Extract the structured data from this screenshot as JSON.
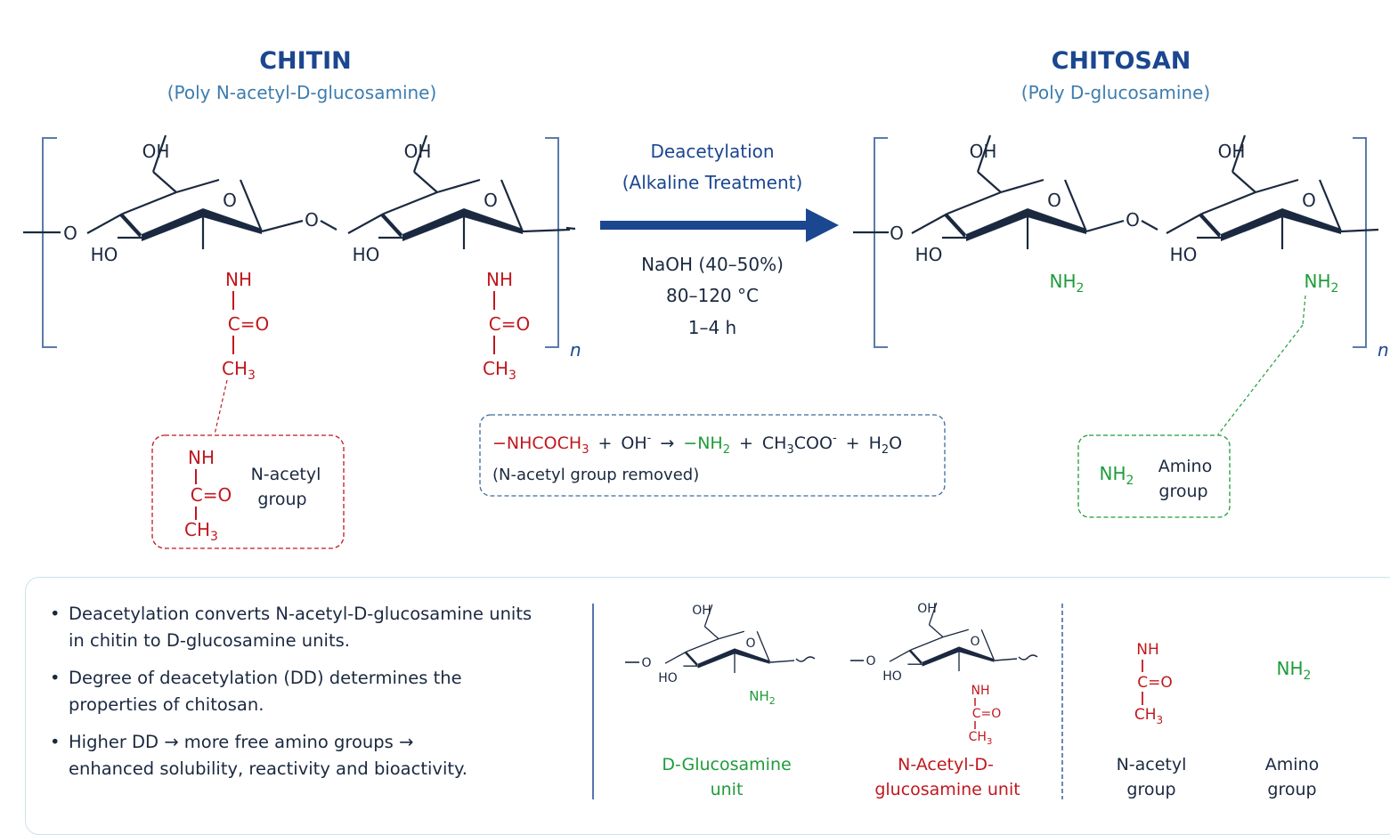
{
  "chitin": {
    "title": "CHITIN",
    "subtitle": "(Poly N-acetyl-D-glucosamine)",
    "repeat": "n"
  },
  "chitosan": {
    "title": "CHITOSAN",
    "subtitle": "(Poly D-glucosamine)",
    "repeat": "n"
  },
  "atoms": {
    "oh": "OH",
    "ho": "HO",
    "o": "O",
    "nh": "NH",
    "co": "C=O",
    "ch": "CH",
    "nh2": "NH",
    "sub2": "2",
    "sub3": "3"
  },
  "reaction": {
    "name": "Deacetylation",
    "type": "(Alkaline Treatment)",
    "reagent": "NaOH (40–50%)",
    "temperature": "80–120 °C",
    "time": "1–4 h"
  },
  "equation": {
    "r1": "−NHCOCH",
    "r1_sub": "3",
    "plus1": "+",
    "r2": "OH",
    "r2_sup": "-",
    "arrow": "→",
    "p1": "−NH",
    "p1_sub": "2",
    "plus2": "+",
    "p2a": "CH",
    "p2_sub": "3",
    "p2b": "COO",
    "p2_sup": "-",
    "plus3": "+",
    "p3a": "H",
    "p3_sub": "2",
    "p3b": "O",
    "note": "(N-acetyl group removed)"
  },
  "callouts": {
    "acetyl": [
      "N-acetyl",
      "group"
    ],
    "amino": [
      "Amino",
      "group"
    ]
  },
  "bullets": [
    [
      "Deacetylation converts N-acetyl-D-glucosamine units",
      "in chitin to D-glucosamine units."
    ],
    [
      "Degree of deacetylation (DD) determines the",
      "properties of chitosan."
    ],
    [
      "Higher DD → more free amino groups →",
      "enhanced solubility, reactivity and bioactivity."
    ]
  ],
  "legend": {
    "glucosamine": [
      "D-Glucosamine",
      "unit"
    ],
    "nacetyl_unit": [
      "N-Acetyl-D-",
      "glucosamine unit"
    ],
    "nacetyl_group": [
      "N-acetyl",
      "group"
    ],
    "amino_group": [
      "Amino",
      "group"
    ]
  },
  "colors": {
    "navy": "#1b4690",
    "light_blue": "#3d7dae",
    "red": "#c0181e",
    "green": "#1e9c3a",
    "dark": "#1b2940",
    "bracket": "#5a7ca8"
  }
}
